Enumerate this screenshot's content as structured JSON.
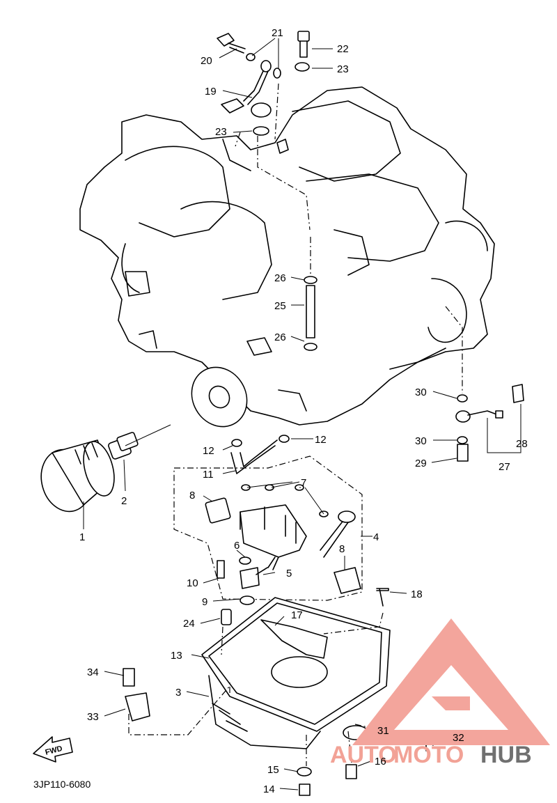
{
  "diagram": {
    "code": "3JP110-6080",
    "fwd_label": "FWD",
    "watermark": {
      "part1": "AUTO",
      "part2": "MOTO",
      "part3": "HUB",
      "color_accent": "#f0a8a0",
      "color_dark": "#666666"
    },
    "labels": {
      "l1": "1",
      "l2": "2",
      "l3": "3",
      "l4": "4",
      "l5": "5",
      "l6": "6",
      "l7": "7",
      "l8a": "8",
      "l8b": "8",
      "l9": "9",
      "l10": "10",
      "l11": "11",
      "l12a": "12",
      "l12b": "12",
      "l13": "13",
      "l14": "14",
      "l15": "15",
      "l16": "16",
      "l17": "17",
      "l18": "18",
      "l19": "19",
      "l20": "20",
      "l21": "21",
      "l22": "22",
      "l23a": "23",
      "l23b": "23",
      "l24": "24",
      "l25": "25",
      "l26a": "26",
      "l26b": "26",
      "l27": "27",
      "l28": "28",
      "l29": "29",
      "l30a": "30",
      "l30b": "30",
      "l31": "31",
      "l32": "32",
      "l33": "33",
      "l34": "34"
    }
  }
}
